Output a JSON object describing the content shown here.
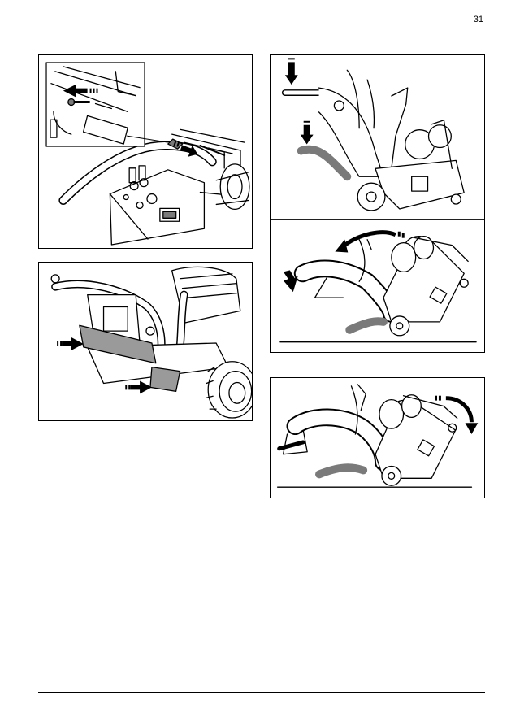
{
  "page": {
    "page_number": "31"
  },
  "figures": [
    {
      "id": "fig-1",
      "subject": "handle-bolt-removal"
    },
    {
      "id": "fig-2",
      "subject": "side-plate-removal"
    },
    {
      "id": "fig-3",
      "subject": "press-down-handle-and-tip-machine-back"
    },
    {
      "id": "fig-4",
      "subject": "rotate-machine-onto-back"
    }
  ],
  "colors": {
    "line": "#000000",
    "fill_gray": "#7a7a7a",
    "fill_light": "#cfcfcf",
    "background": "#ffffff"
  }
}
